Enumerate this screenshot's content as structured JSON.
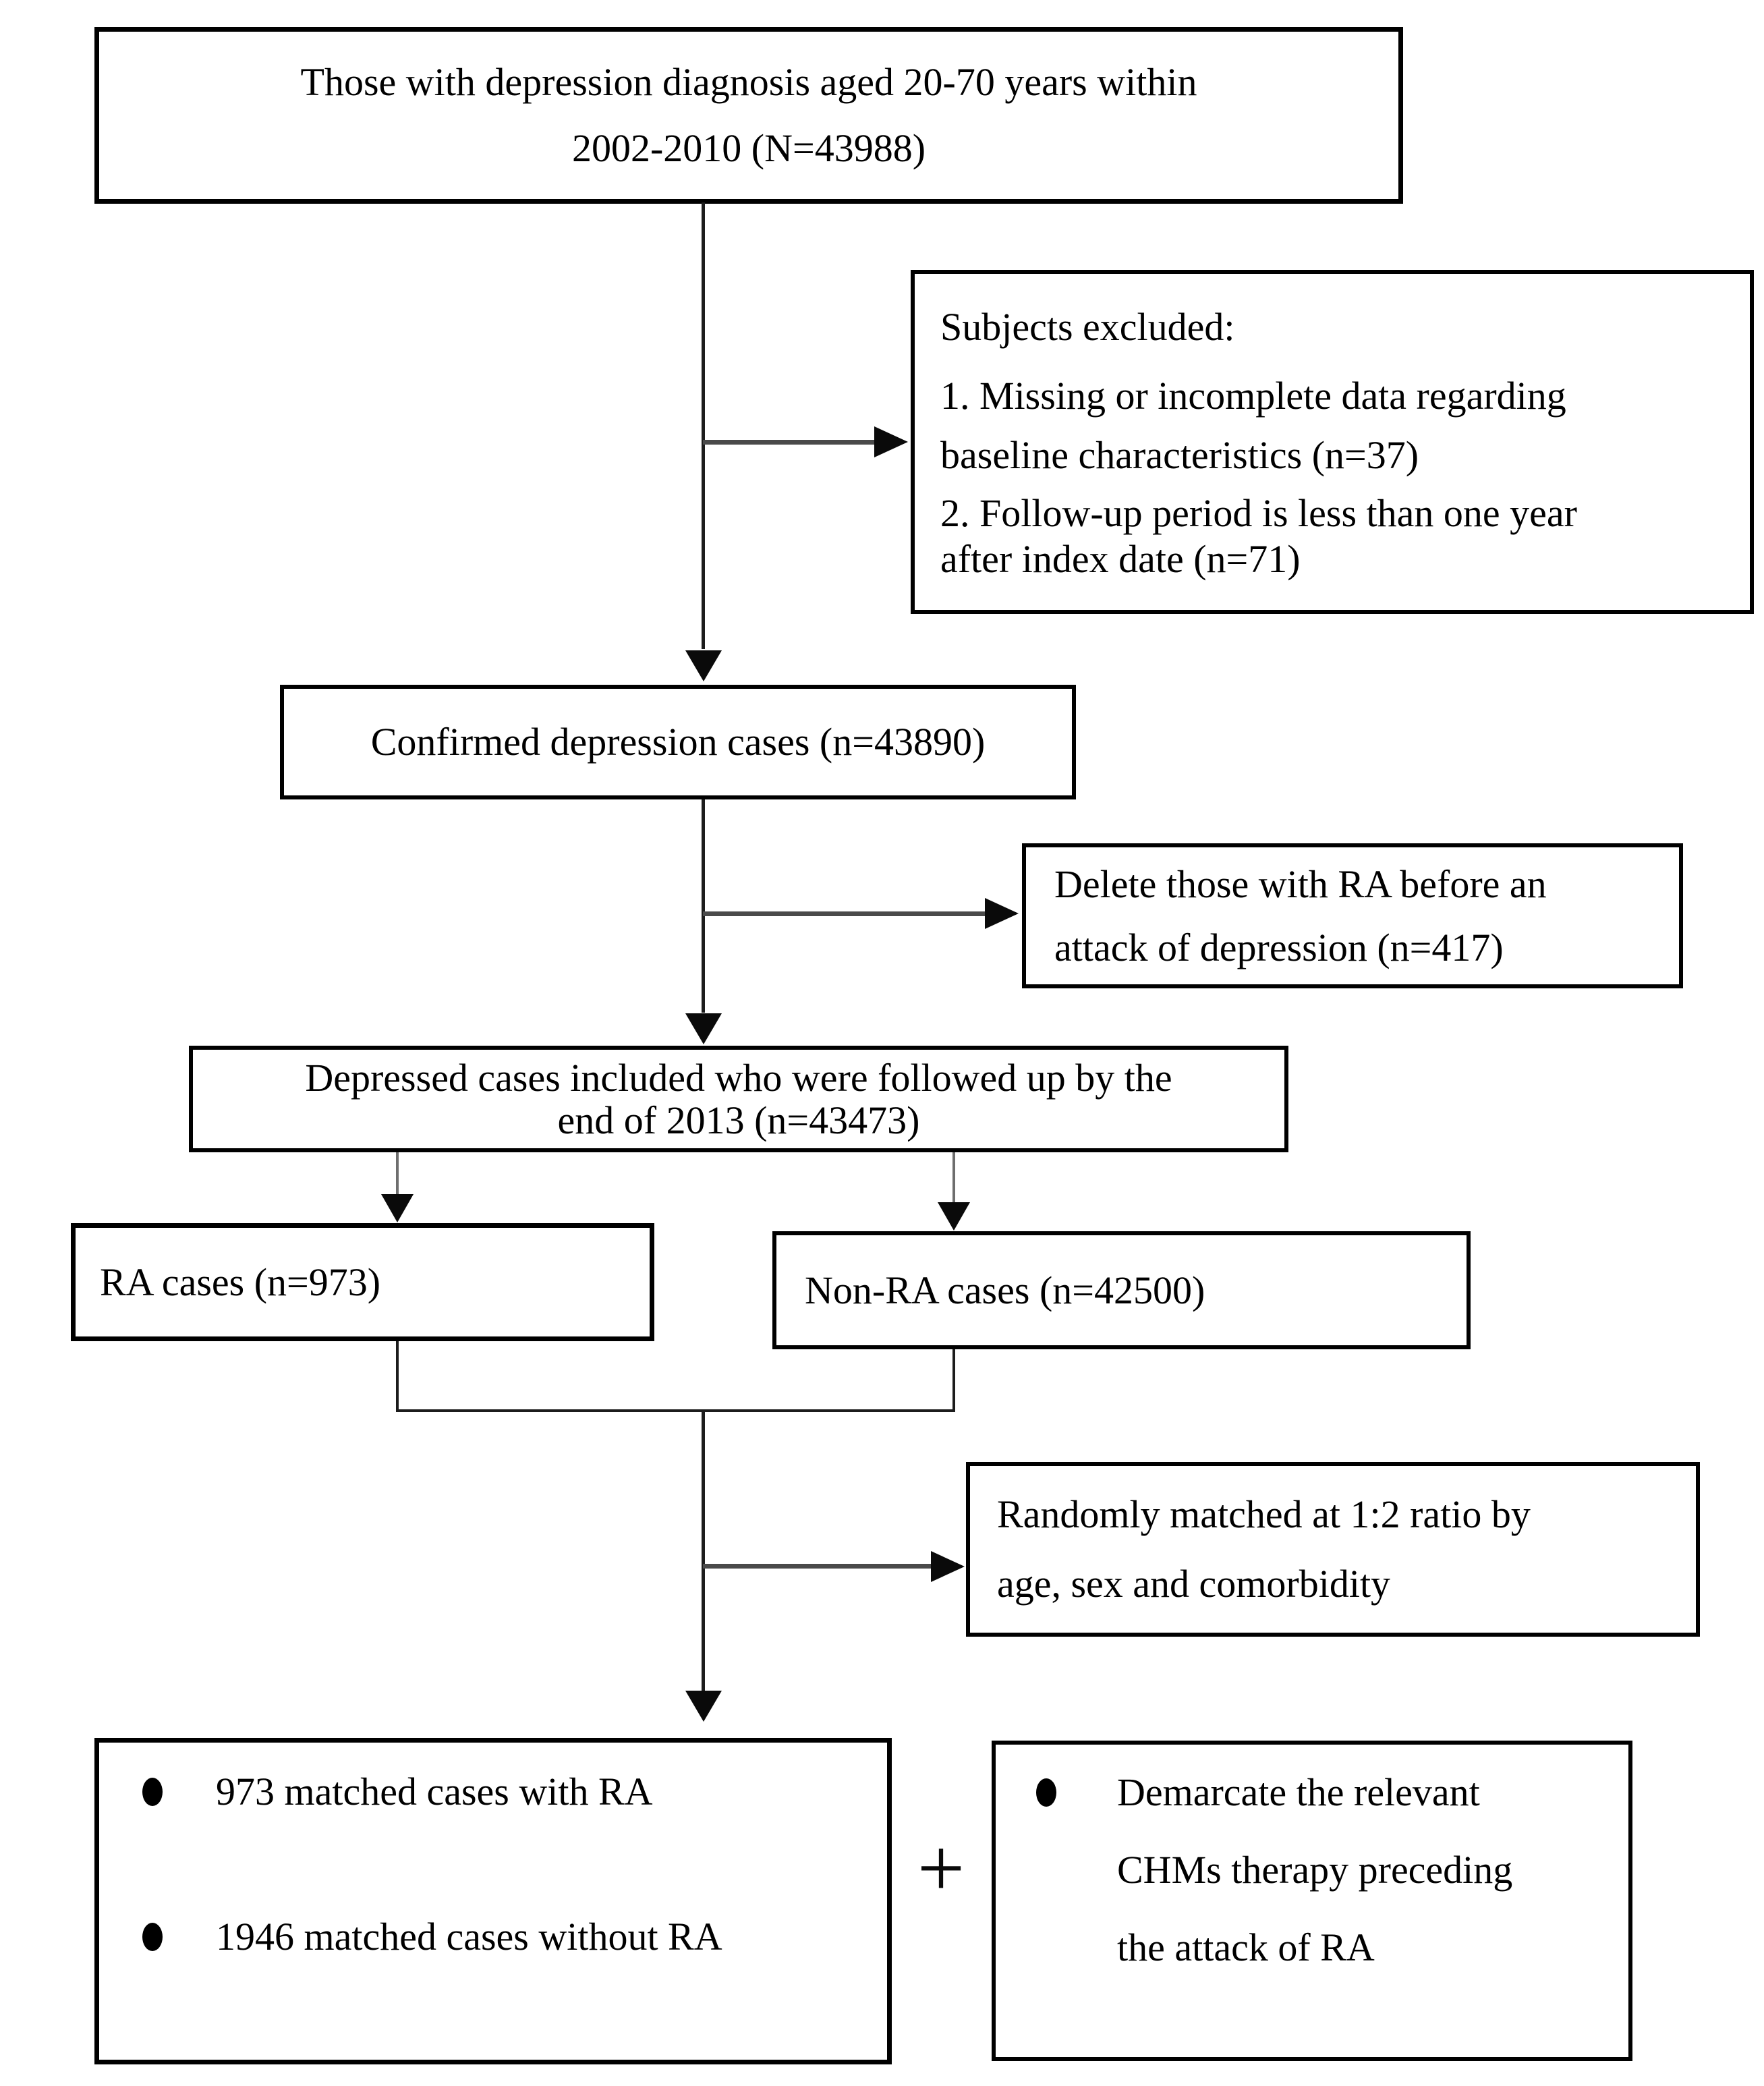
{
  "meta": {
    "title": "Study enrollment flowchart",
    "colors": {
      "ink": "#000000",
      "background": "#ffffff",
      "connector_gray": "#6e6e6e",
      "branch_gray": "#4a4a4a"
    }
  },
  "flowchart": {
    "population_box": {
      "line1": "Those with depression diagnosis aged 20-70 years within",
      "line2": "2002-2010 (N=43988)"
    },
    "exclusion_box": {
      "title": "Subjects excluded:",
      "item1_line1": "1. Missing or incomplete data regarding",
      "item1_line2": "baseline characteristics (n=37)",
      "item2_line1": "2. Follow-up period is less than one year",
      "item2_line2": "after index date (n=71)"
    },
    "confirmed_box": {
      "text": "Confirmed depression cases (n=43890)"
    },
    "delete_box": {
      "line1": "Delete those with RA before an",
      "line2": "attack of depression (n=417)"
    },
    "followed_box": {
      "line1": "Depressed cases included who were followed up by the",
      "line2": "end of 2013 (n=43473)"
    },
    "ra_box": {
      "text": "RA cases (n=973)"
    },
    "non_ra_box": {
      "text": "Non-RA cases (n=42500)"
    },
    "matched_box": {
      "line1": "Randomly matched at 1:2 ratio by",
      "line2": "age, sex and comorbidity"
    },
    "result_box": {
      "item1": "973 matched cases with RA",
      "item2": "1946 matched cases without RA"
    },
    "plus_sign": "+",
    "chm_box": {
      "line1": "Demarcate the relevant",
      "line2": "CHMs therapy preceding",
      "line3": "the attack of RA"
    }
  }
}
